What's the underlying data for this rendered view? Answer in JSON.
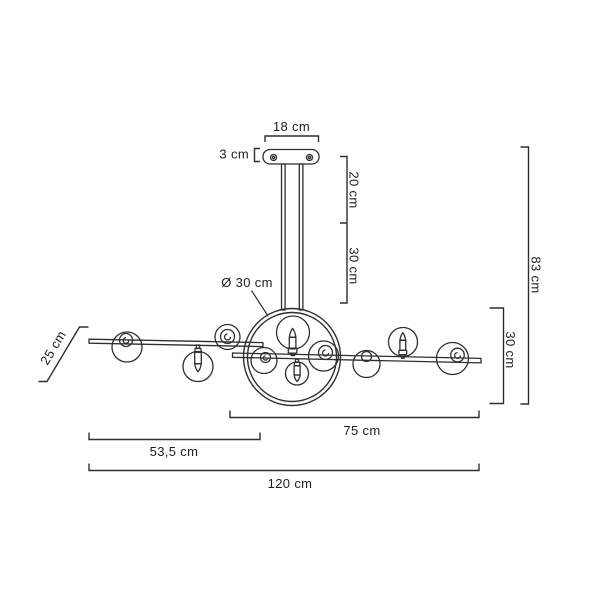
{
  "diagram": {
    "type": "technical-drawing",
    "subject": "pendant chandelier with glass globes — dimension drawing",
    "unit": "cm",
    "colors": {
      "line": "#2f2f2f",
      "text": "#1d1d1d",
      "background": "#ffffff"
    },
    "dimensions": {
      "canopy_width": "18 cm",
      "canopy_height": "3 cm",
      "rod_upper_length": "20 cm",
      "rod_lower_length": "30 cm",
      "ring_diameter": "Ø 30 cm",
      "total_height": "83 cm",
      "fixture_height": "30 cm",
      "fixture_depth": "25 cm",
      "right_span": "75 cm",
      "left_span": "53,5 cm",
      "total_width": "120 cm"
    }
  }
}
